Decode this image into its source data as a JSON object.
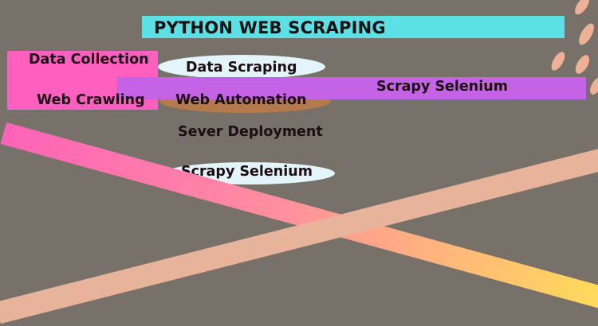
{
  "title": "PYTHON WEB SCRAPING",
  "left_box": {
    "top_label": "Data Collection",
    "bottom_label": "Web Crawling"
  },
  "center": {
    "ellipse_top": "Data Scraping",
    "ellipse_bottom": "Web Automation",
    "plain_label": "Sever Deployment",
    "ellipse_lower": "Scrapy Selenium"
  },
  "purple_bar": {
    "label": "Scrapy Selenium"
  },
  "colors": {
    "background": "#777169",
    "title_bar": "#5ce0e6",
    "pink_box": "#ff5fbe",
    "purple_bar": "#c563e6",
    "ellipse_light": "#e4f4fb",
    "ellipse_brown": "#b47a4c",
    "stripe_gradient_start": "#ff62b8",
    "stripe_gradient_end": "#ffdd58",
    "stripe_peach": "#e8b39b",
    "petals": "#eeb196",
    "text": "#1d0e14"
  }
}
